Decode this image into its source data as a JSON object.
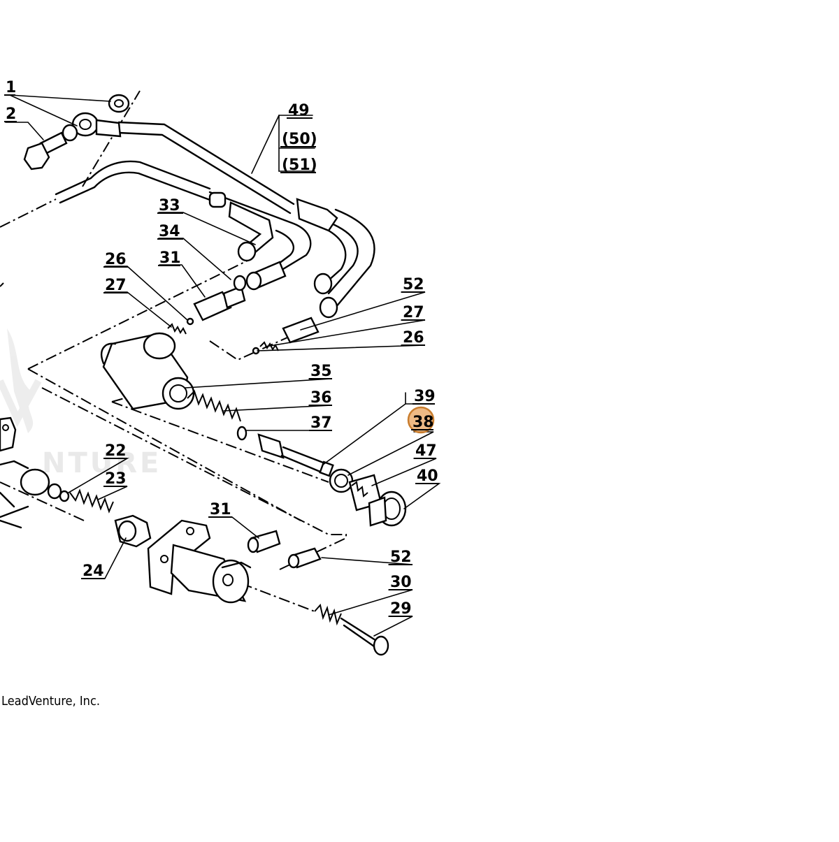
{
  "callouts": {
    "c1": "1",
    "c2": "2",
    "c49": "49",
    "c50": "(50)",
    "c51": "(51)",
    "c33": "33",
    "c34": "34",
    "c26a": "26",
    "c31a": "31",
    "c27a": "27",
    "c52a": "52",
    "c27b": "27",
    "c26b": "26",
    "c35": "35",
    "c36": "36",
    "c37": "37",
    "c39": "39",
    "c38": "38",
    "c47": "47",
    "c40": "40",
    "c22": "22",
    "c23": "23",
    "c24": "24",
    "c31b": "31",
    "c52b": "52",
    "c30": "30",
    "c29": "29"
  },
  "highlighted_callout": "38",
  "highlight_color": "#e8a35c",
  "watermark": "NTURE",
  "copyright": "LeadVenture, Inc."
}
